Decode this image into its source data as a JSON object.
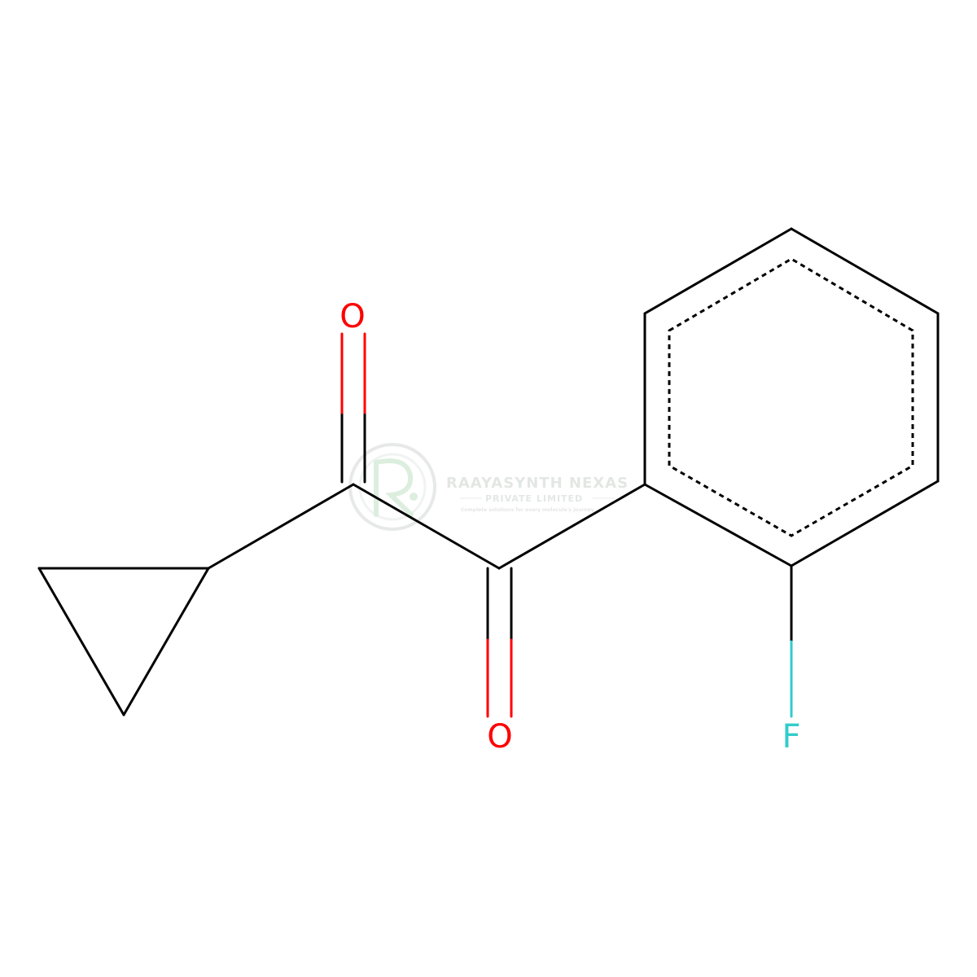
{
  "molecule": {
    "atoms": {
      "o_top": {
        "symbol": "O",
        "color": "#ff0000"
      },
      "o_bottom": {
        "symbol": "O",
        "color": "#ff0000"
      },
      "f": {
        "symbol": "F",
        "color": "#33cccc"
      }
    },
    "bond_color": "#000000"
  },
  "watermark": {
    "company": "RAAYASYNTH NEXAS",
    "subtitle": "PRIVATE LIMITED",
    "tagline": "Complete solutions for every molecule's journey",
    "color": "#dfe3e0",
    "logo_accent": "#cfe8d3"
  }
}
